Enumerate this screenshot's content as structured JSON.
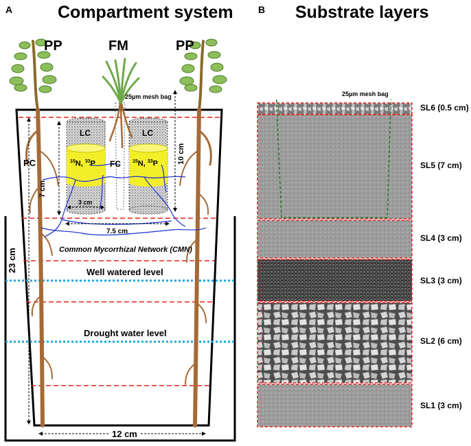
{
  "panel_a": {
    "letter": "A",
    "title": "Compartment system",
    "labels": {
      "pp_left": "PP",
      "fm": "FM",
      "pp_right": "PP",
      "mesh_bag": "25µm mesh bag",
      "lc_left": "LC",
      "lc_right": "LC",
      "isotope_left": "15N, 33P",
      "isotope_right": "15N, 33P",
      "pc": "PC",
      "fc": "FC",
      "dim_7cm": "7 cm",
      "dim_3cm": "3 cm",
      "dim_10cm": "10 cm",
      "dim_7_5cm": "7.5 cm",
      "dim_23cm": "23 cm",
      "dim_12cm": "12 cm",
      "cmn": "Common Mycorrhizal Network (CMN)",
      "well_watered": "Well watered level",
      "drought": "Drought water level"
    }
  },
  "panel_b": {
    "letter": "B",
    "title": "Substrate layers",
    "mesh_bag": "25µm mesh bag",
    "layers": [
      {
        "label": "SL6 (0.5 cm)",
        "texture": "coarse-light"
      },
      {
        "label": "SL5 (7 cm)",
        "texture": "fine-grey"
      },
      {
        "label": "SL4 (3 cm)",
        "texture": "fine-grey"
      },
      {
        "label": "SL3 (3 cm)",
        "texture": "dark-speckled"
      },
      {
        "label": "SL2 (6 cm)",
        "texture": "gravel"
      },
      {
        "label": "SL1 (3 cm)",
        "texture": "fine-grey"
      }
    ]
  },
  "colors": {
    "red_dash": "#e32020",
    "blue_dot": "#1aa6e6",
    "hyphae": "#1a2fd0",
    "isotope": "#f2ee2a",
    "root": "#a66a36",
    "leaf": "#8cbe5a",
    "mesh_green": "#1f7a1f"
  }
}
